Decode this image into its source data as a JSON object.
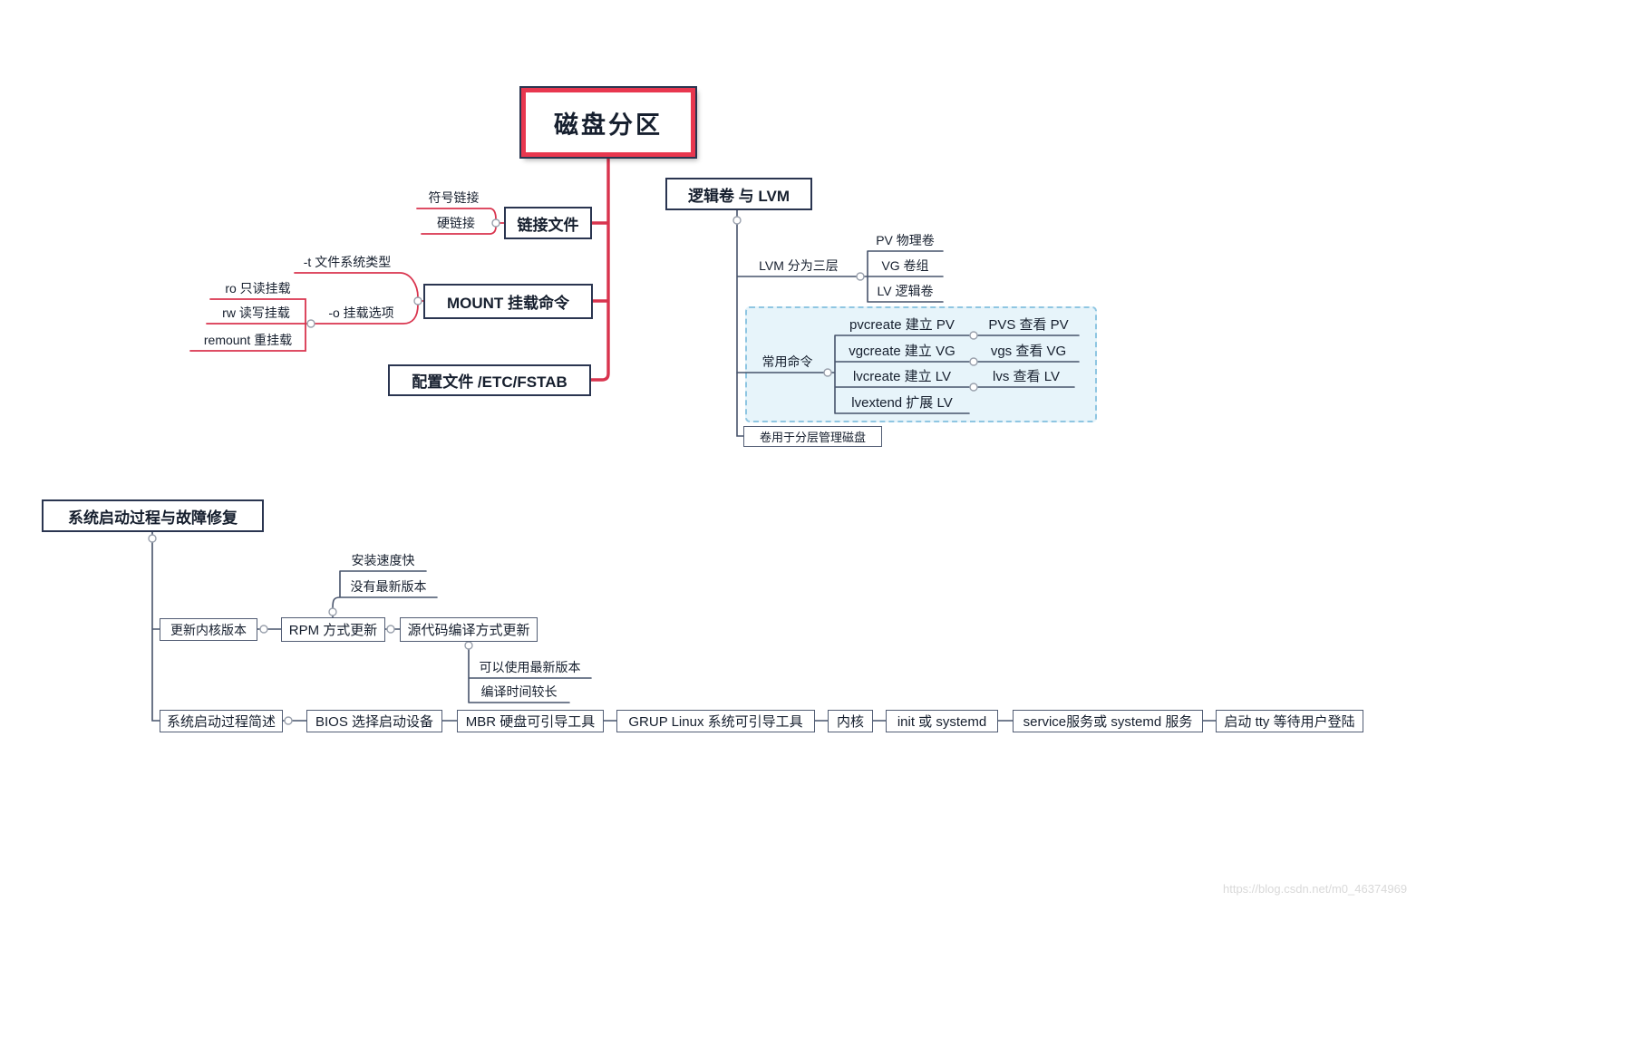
{
  "colors": {
    "branch_red": "#d9344e",
    "branch_dark": "#47536b",
    "panel_bg": "#e7f4fa",
    "panel_border": "#8fc6e2"
  },
  "disk": {
    "title": "磁盘分区",
    "link_file": {
      "label": "链接文件",
      "symlink": "符号链接",
      "hardlink": "硬链接"
    },
    "mount": {
      "label": "MOUNT 挂载命令",
      "type_option": "-t 文件系统类型",
      "mount_option": "-o 挂载选项",
      "ro": "ro 只读挂载",
      "rw": "rw 读写挂载",
      "remount": "remount 重挂载"
    },
    "fstab": "配置文件 /ETC/FSTAB"
  },
  "lvm": {
    "title": "逻辑卷 与 LVM",
    "layers_label": "LVM 分为三层",
    "pv": "PV 物理卷",
    "vg": "VG 卷组",
    "lv": "LV 逻辑卷",
    "commands_label": "常用命令",
    "pvcreate": "pvcreate 建立 PV",
    "pvs": "PVS 查看 PV",
    "vgcreate": "vgcreate 建立 VG",
    "vgs": "vgs 查看 VG",
    "lvcreate": "lvcreate 建立 LV",
    "lvs": "lvs 查看 LV",
    "lvextend": "lvextend 扩展 LV",
    "note": "卷用于分层管理磁盘"
  },
  "boot": {
    "title": "系统启动过程与故障修复",
    "kernel_update": "更新内核版本",
    "rpm_update": "RPM 方式更新",
    "rpm_fast": "安装速度快",
    "rpm_no_latest": "没有最新版本",
    "source_update": "源代码编译方式更新",
    "source_latest": "可以使用最新版本",
    "source_slow": "编译时间较长",
    "process_label": "系统启动过程简述",
    "steps": [
      "BIOS 选择启动设备",
      "MBR 硬盘可引导工具",
      "GRUP Linux 系统可引导工具",
      "内核",
      "init 或 systemd",
      "service服务或 systemd 服务",
      "启动 tty 等待用户登陆"
    ]
  },
  "watermark": "https://blog.csdn.net/m0_46374969"
}
